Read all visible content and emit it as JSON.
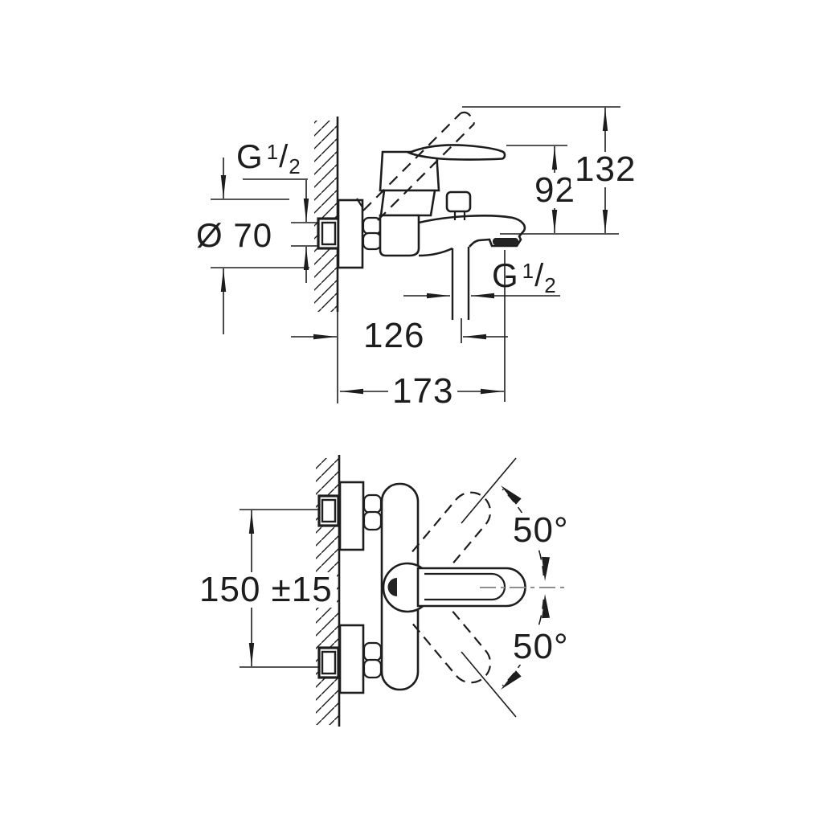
{
  "page": {
    "background": "#ffffff"
  },
  "drawing": {
    "type": "technical-dimension-drawing",
    "line_color": "#1d1d1d",
    "centerline_color": "#8f8f8f",
    "aerator_color": "#222222",
    "labels": {
      "side_view": {
        "inlet_thread": {
          "prefix": "G",
          "numerator": "1",
          "slash": "/",
          "denominator": "2"
        },
        "escutcheon_diameter": "Ø 70",
        "spout_height": "92",
        "handle_height": "132",
        "outlet_thread": {
          "prefix": "G",
          "numerator": "1",
          "slash": "/",
          "denominator": "2"
        },
        "outlet_offset": "126",
        "spout_reach": "173"
      },
      "top_view": {
        "center_distance": "150 ±15",
        "swivel_angle_up": "50°",
        "swivel_angle_down": "50°"
      }
    }
  }
}
